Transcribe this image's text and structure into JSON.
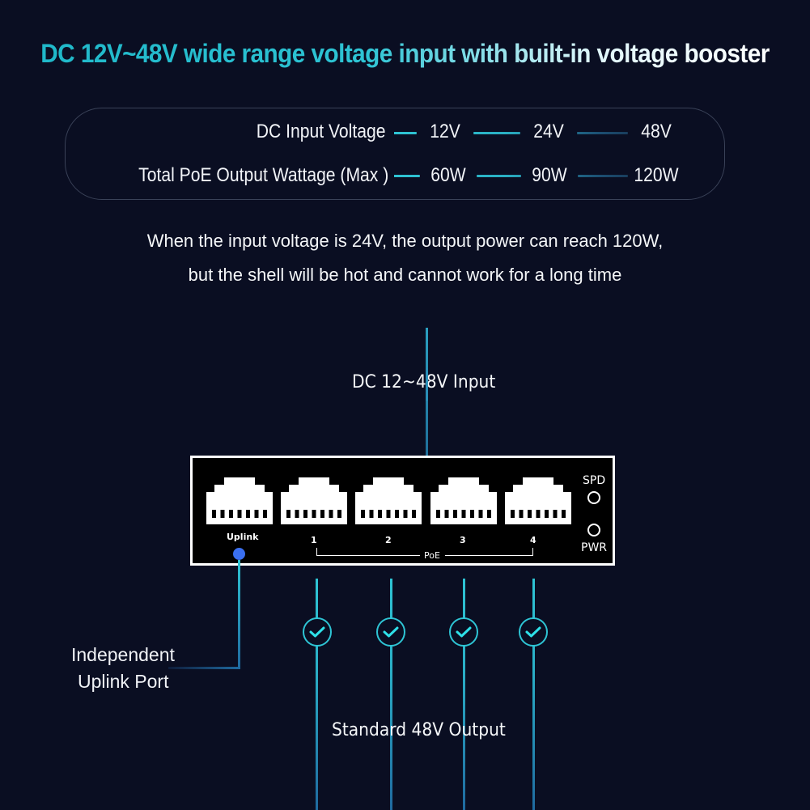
{
  "headline": "DC 12V~48V wide range voltage input with built-in voltage booster",
  "spec_table": {
    "rows": [
      {
        "label": "DC Input Voltage",
        "values": [
          "12V",
          "24V",
          "48V"
        ]
      },
      {
        "label": "Total PoE Output Wattage (Max )",
        "values": [
          "60W",
          "90W",
          "120W"
        ]
      }
    ]
  },
  "note": {
    "line1": "When the input voltage is 24V, the output power can reach 120W,",
    "line2": "but the shell will be hot and cannot work for a long time"
  },
  "diagram": {
    "input_label": "DC 12~48V Input",
    "switch": {
      "ports": [
        {
          "label": "Uplink"
        },
        {
          "label": "1"
        },
        {
          "label": "2"
        },
        {
          "label": "3"
        },
        {
          "label": "4"
        }
      ],
      "poe_group_label": "PoE",
      "leds": [
        {
          "label": "SPD"
        },
        {
          "label": "PWR"
        }
      ]
    },
    "uplink_callout": {
      "line1": "Independent",
      "line2": "Uplink Port"
    },
    "output_label": "Standard 48V Output",
    "colors": {
      "background": "#0a0e22",
      "accent": "#2ec4d4",
      "uplink_dot": "#3a6ff0",
      "switch_body": "#000000",
      "switch_border": "#ffffff"
    }
  }
}
